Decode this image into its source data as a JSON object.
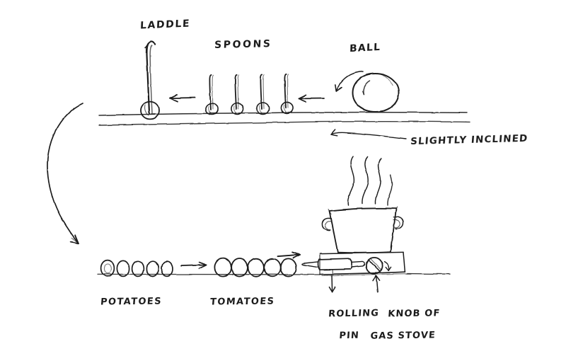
{
  "diagram": {
    "title": "Hand-drawn kitchen chain-reaction sketch",
    "background_color": "#ffffff",
    "ink_color": "#1b1b1b",
    "labels": {
      "ladle": "LADDLE",
      "spoons": "SPOONS",
      "ball": "BALL",
      "slightly_inclined": "SLIGHTLY INCLINED",
      "potatoes": "POTATOES",
      "tomatoes": "TOMATOES",
      "rolling_pin_line1": "ROLLING",
      "rolling_pin_line2": "PIN",
      "knob_line1": "KNOB OF",
      "knob_line2": "GAS STOVE"
    },
    "upper_shelf": {
      "name": "slightly inclined shelf",
      "ladle_count": 1,
      "spoon_count": 4,
      "ball_count": 1,
      "arrow_direction": "left",
      "arrow_count": 2
    },
    "lower_shelf": {
      "potato_count": 5,
      "tomato_count": 5,
      "arrow_direction": "right",
      "arrow_count": 2,
      "rolling_pin_count": 1
    },
    "stove": {
      "pot_count": 1,
      "steam_wisps": 4,
      "pot_handles": 2,
      "knob_count": 1,
      "knob_rotation_arrow": "clockwise"
    },
    "flow_arrow": {
      "name": "big sweeping flow arrow",
      "from": "upper shelf left end",
      "to": "lower shelf left end",
      "direction": "down-right"
    }
  }
}
